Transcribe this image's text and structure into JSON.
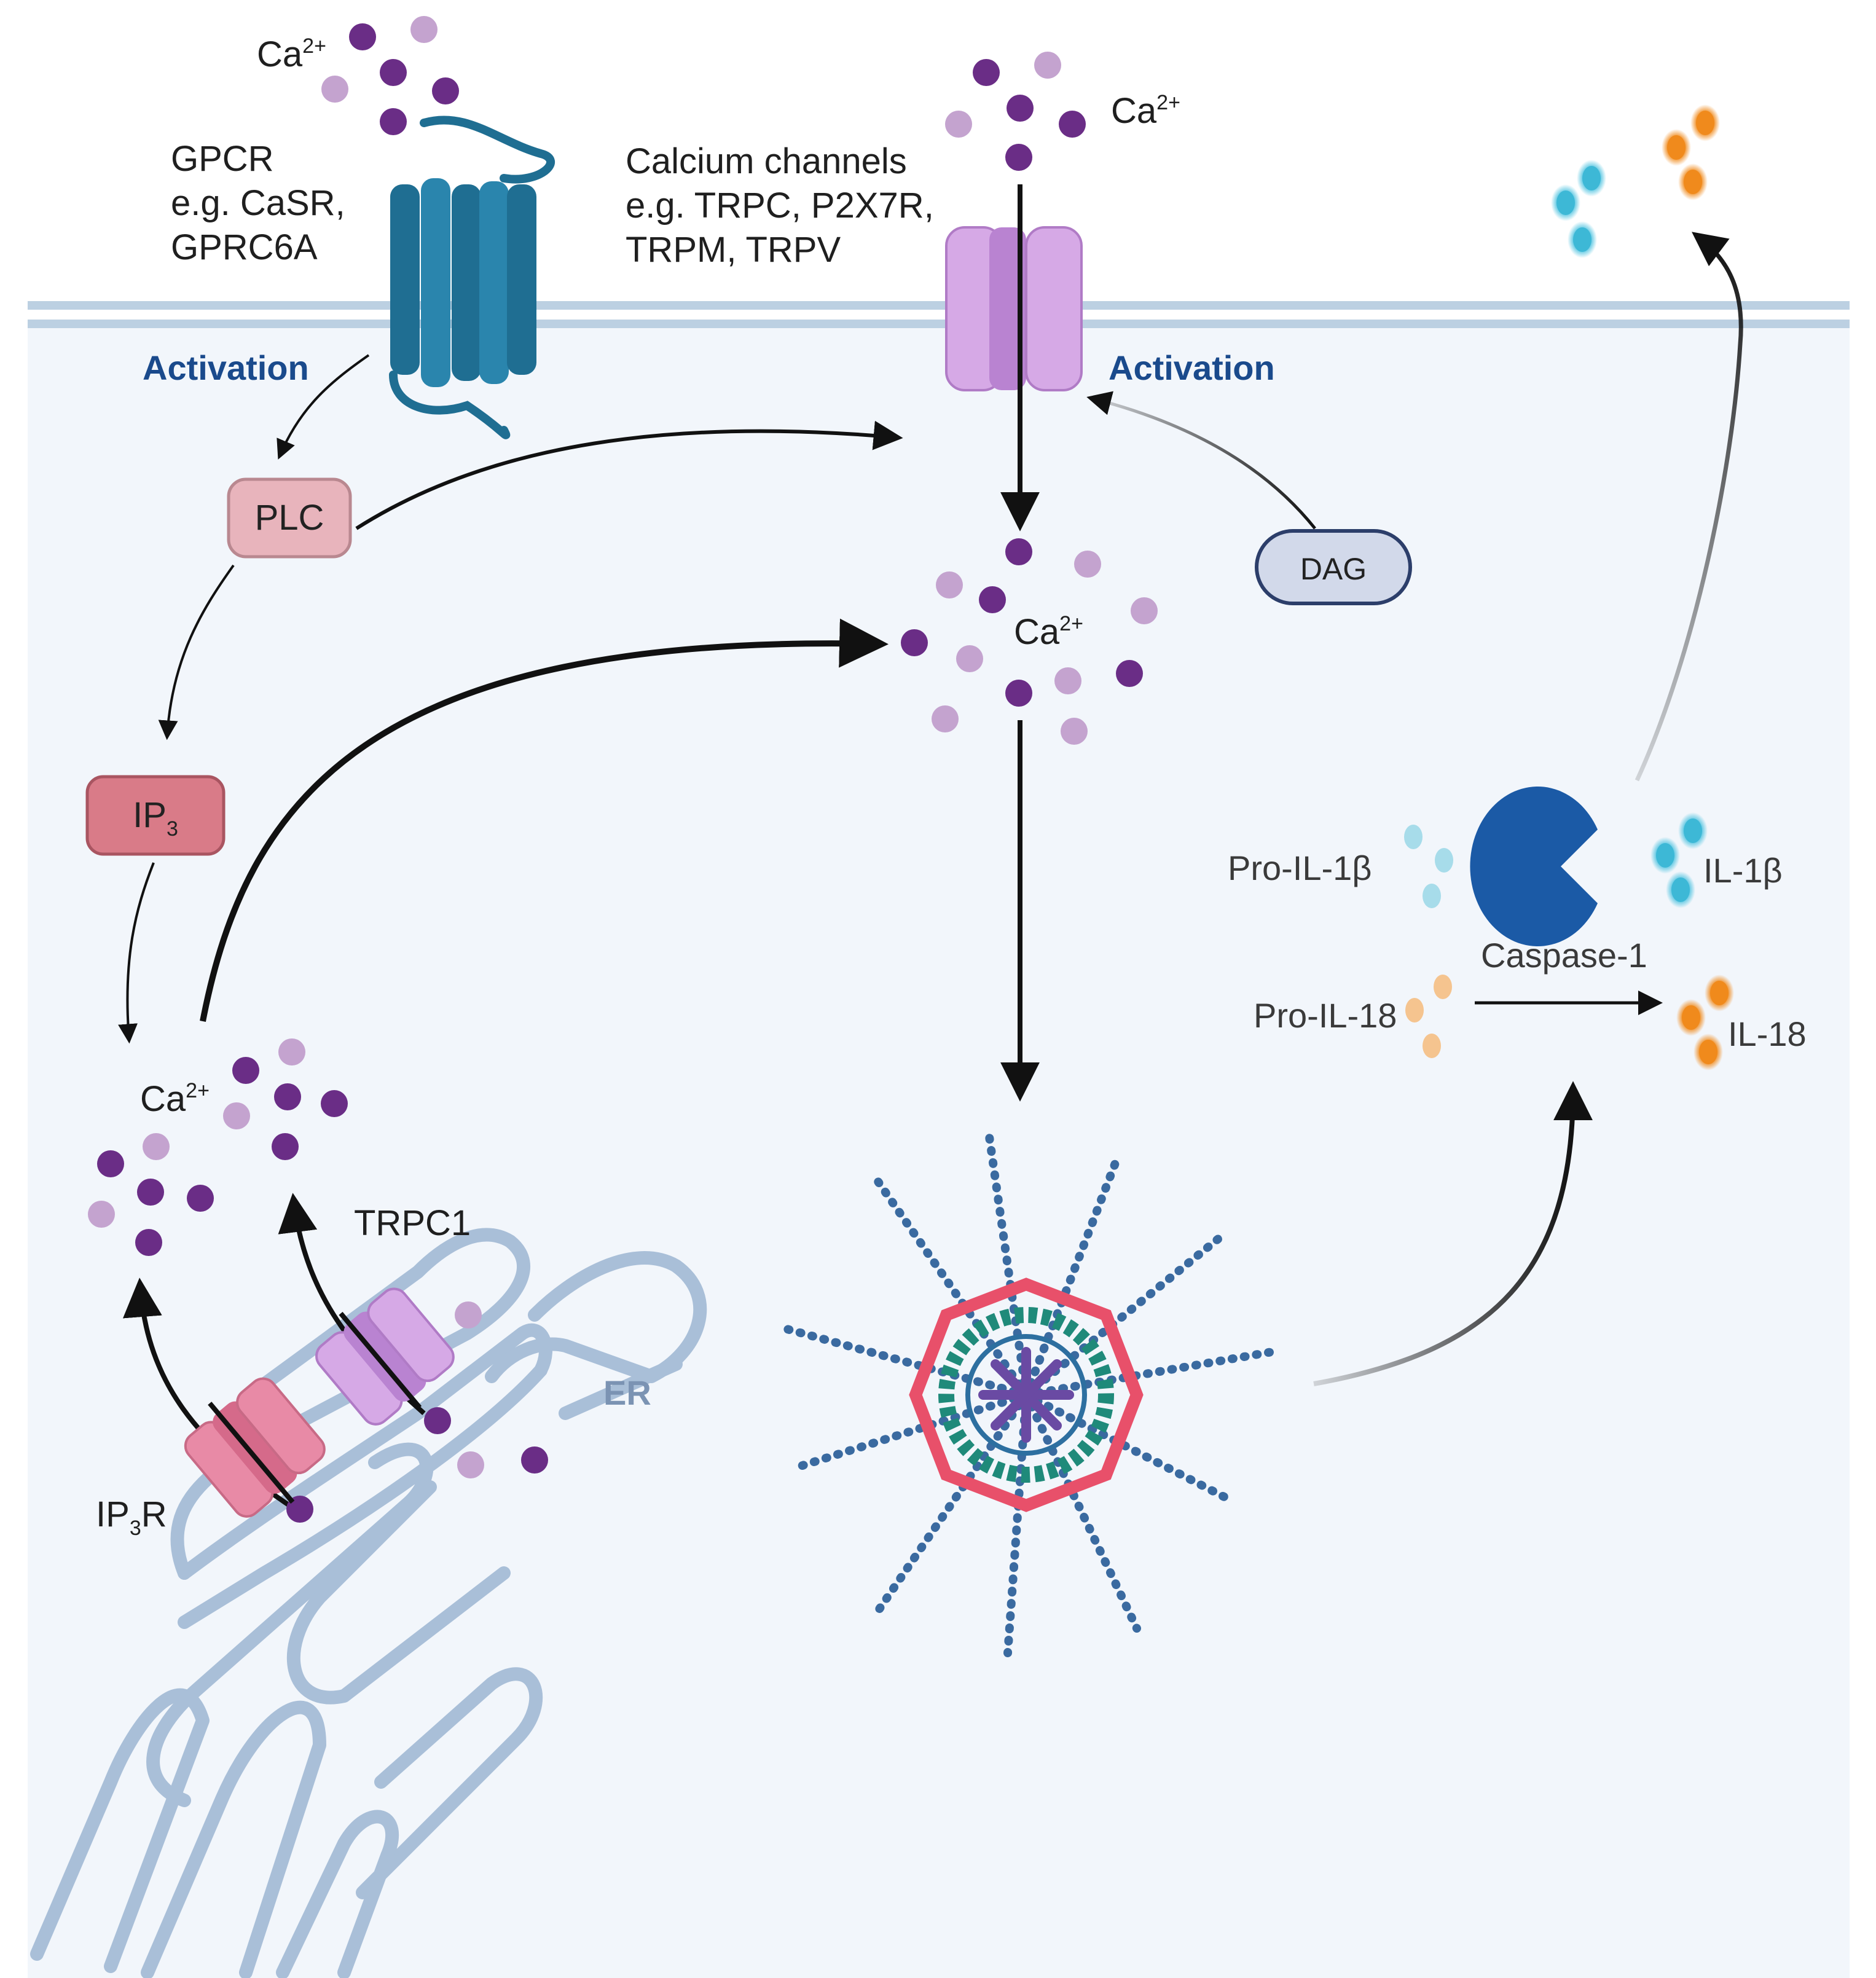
{
  "labels": {
    "ca_top_left": "Ca",
    "ca_top_mid": "Ca",
    "ca_center": "Ca",
    "ca_er": "Ca",
    "ca_charge": "2+",
    "gpcr_line1": "GPCR",
    "gpcr_line2": "e.g. CaSR,",
    "gpcr_line3": "GPRC6A",
    "channels_line1": "Calcium channels",
    "channels_line2": "e.g. TRPC, P2X7R,",
    "channels_line3": "TRPM, TRPV",
    "activation_left": "Activation",
    "activation_right": "Activation",
    "plc": "PLC",
    "ip3_base": "IP",
    "ip3_sub": "3",
    "dag": "DAG",
    "trpc1": "TRPC1",
    "ip3r_base": "IP",
    "ip3r_sub": "3",
    "ip3r_suffix": "R",
    "er": "ER",
    "pro_il1b": "Pro-IL-1β",
    "il1b": "IL-1β",
    "caspase1": "Caspase-1",
    "pro_il18": "Pro-IL-18",
    "il18": "IL-18"
  },
  "colors": {
    "calcium_dark": "#6a2d86",
    "calcium_light": "#c4a3cf",
    "gpcr": "#1f6e92",
    "channel": "#c898dc",
    "plc": "#e8b4bc",
    "ip3": "#d97b88",
    "dag": "#d2d9ea",
    "er_membrane": "#a9bfd8",
    "caspase": "#1b5aa6",
    "il1b": "#6fcde3",
    "il18": "#f08a1c",
    "activation_text": "#1a4a8c"
  },
  "icons": [
    "gpcr-receptor-icon",
    "calcium-channel-icon",
    "trpc1-channel-icon",
    "ip3r-channel-icon",
    "inflammasome-icon",
    "caspase-pacman-icon"
  ]
}
